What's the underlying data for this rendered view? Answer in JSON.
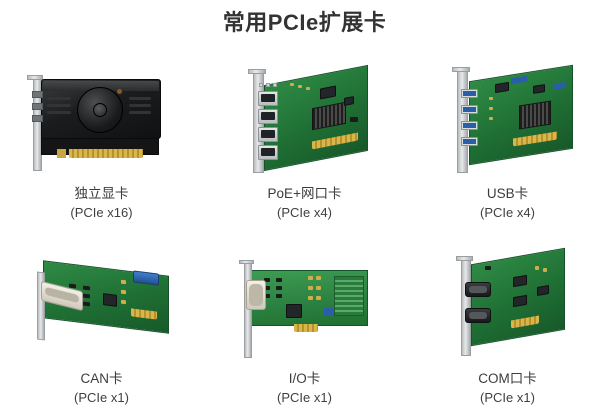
{
  "page": {
    "title": "常用PCIe扩展卡",
    "background_color": "#ffffff",
    "title_color": "#333333",
    "caption_color": "#3c3c3c"
  },
  "cards": [
    {
      "name": "独立显卡",
      "interface": "(PCIe x16)",
      "image_name": "discrete-graphics-card",
      "accent_color": "#1c1c1c"
    },
    {
      "name": "PoE+网口卡",
      "interface": "(PCIe x4)",
      "image_name": "poe-network-card",
      "accent_color": "#2f8b45"
    },
    {
      "name": "USB卡",
      "interface": "(PCIe x4)",
      "image_name": "usb-expansion-card",
      "accent_color": "#2a5fa8"
    },
    {
      "name": "CAN卡",
      "interface": "(PCIe x1)",
      "image_name": "can-bus-card",
      "accent_color": "#2f8b45"
    },
    {
      "name": "I/O卡",
      "interface": "(PCIe x1)",
      "image_name": "io-card",
      "accent_color": "#2f8b45"
    },
    {
      "name": "COM口卡",
      "interface": "(PCIe x1)",
      "image_name": "com-serial-card",
      "accent_color": "#2f8b45"
    }
  ]
}
